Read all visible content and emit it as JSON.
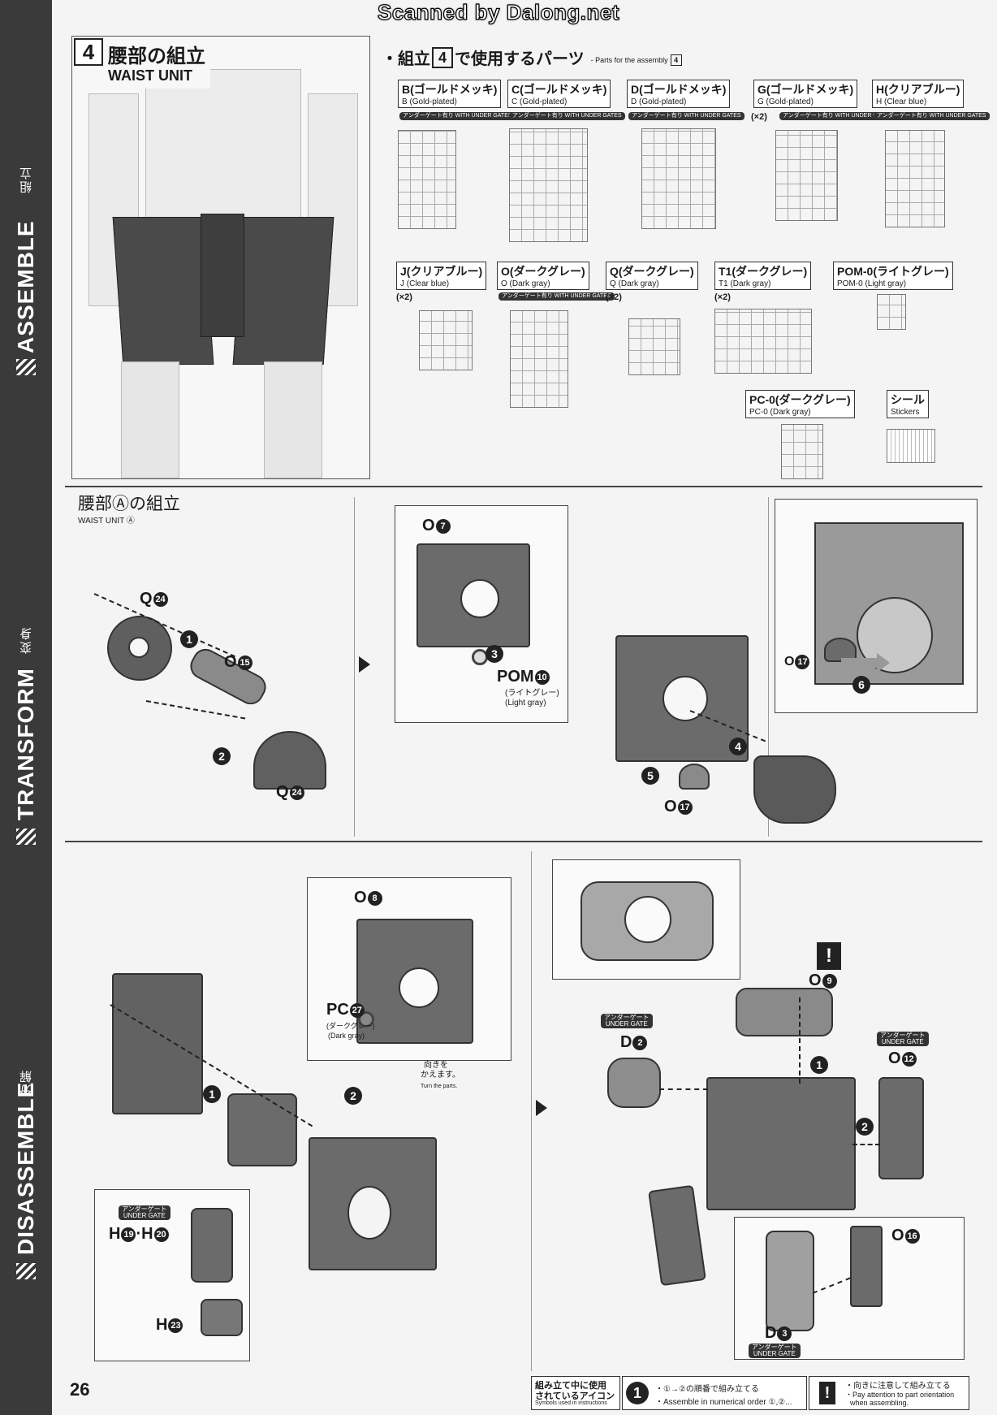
{
  "watermark": "Scanned by Dalong.net",
  "sidebar": {
    "assemble": "ASSEMBLE",
    "assemble_jp": "組立",
    "transform": "TRANSFORM",
    "transform_jp": "変身",
    "disassemble": "DISASSEMBLE",
    "disassemble_jp": "分解"
  },
  "page_number": "26",
  "step": {
    "number": "4",
    "title_jp": "腰部の組立",
    "title_en": "WAIST UNIT"
  },
  "parts_header": {
    "prefix": "・組立",
    "step_num": "4",
    "suffix": "で使用するパーツ",
    "en": "- Parts for the assembly",
    "en_num": "4"
  },
  "runners": [
    {
      "jp": "B(ゴールドメッキ)",
      "en": "B (Gold-plated)",
      "qty": "",
      "badge": "アンダーゲート有り WITH UNDER GATES"
    },
    {
      "jp": "C(ゴールドメッキ)",
      "en": "C (Gold-plated)",
      "qty": "",
      "badge": "アンダーゲート有り WITH UNDER GATES"
    },
    {
      "jp": "D(ゴールドメッキ)",
      "en": "D (Gold-plated)",
      "qty": "",
      "badge": "アンダーゲート有り WITH UNDER GATES"
    },
    {
      "jp": "G(ゴールドメッキ)",
      "en": "G (Gold-plated)",
      "qty": "(×2)",
      "badge": "アンダーゲート有り WITH UNDER GATES"
    },
    {
      "jp": "H(クリアブルー)",
      "en": "H (Clear blue)",
      "qty": "",
      "badge": "アンダーゲート有り WITH UNDER GATES"
    },
    {
      "jp": "J(クリアブルー)",
      "en": "J (Clear blue)",
      "qty": "(×2)",
      "badge": ""
    },
    {
      "jp": "O(ダークグレー)",
      "en": "O (Dark gray)",
      "qty": "",
      "badge": "アンダーゲート有り WITH UNDER GATES"
    },
    {
      "jp": "Q(ダークグレー)",
      "en": "Q (Dark gray)",
      "qty": "(×2)",
      "badge": ""
    },
    {
      "jp": "T1(ダークグレー)",
      "en": "T1 (Dark gray)",
      "qty": "(×2)",
      "badge": ""
    },
    {
      "jp": "POM-0(ライトグレー)",
      "en": "POM-0 (Light gray)",
      "qty": "",
      "badge": ""
    },
    {
      "jp": "PC-0(ダークグレー)",
      "en": "PC-0 (Dark gray)",
      "qty": "",
      "badge": ""
    },
    {
      "jp": "シール",
      "en": "Stickers",
      "qty": "",
      "badge": ""
    }
  ],
  "section_a": {
    "title_jp": "腰部Ⓐの組立",
    "title_en": "WAIST UNIT Ⓐ"
  },
  "labels": {
    "q24_top": "Q",
    "q24_top_num": "24",
    "o15": "O",
    "o15_num": "15",
    "q24_bottom": "Q",
    "q24_bottom_num": "24",
    "o7": "O",
    "o7_num": "7",
    "pom10": "POM",
    "pom10_num": "10",
    "pom10_jp": "(ライトグレー)",
    "pom10_en": "(Light gray)",
    "o17_a": "O",
    "o17_a_num": "17",
    "o17_b": "O",
    "o17_b_num": "17",
    "o8": "O",
    "o8_num": "8",
    "pc27": "PC",
    "pc27_num": "27",
    "pc27_jp": "(ダークグレー)",
    "pc27_en": "(Dark gray)",
    "turn_jp1": "向きを",
    "turn_jp2": "かえます。",
    "turn_en": "Turn the parts.",
    "h19_h20": "H",
    "h19_num": "19",
    "h20_sep": "·H",
    "h20_num": "20",
    "h23": "H",
    "h23_num": "23",
    "o9": "O",
    "o9_num": "9",
    "d2": "D",
    "d2_num": "2",
    "o12": "O",
    "o12_num": "12",
    "o16": "O",
    "o16_num": "16",
    "d3": "D",
    "d3_num": "3",
    "under_gate_jp": "アンダーゲート",
    "under_gate_en": "UNDER GATE"
  },
  "steps": [
    "1",
    "2",
    "3",
    "4",
    "5",
    "6"
  ],
  "legend": {
    "title_jp1": "組み立て中に使用",
    "title_jp2": "されているアイコン",
    "title_en": "Symbols used in instructions",
    "order_jp": "・①→②の順番で組み立てる",
    "order_en": "・Assemble in numerical order ①,②...",
    "attention_jp": "・向きに注意して組み立てる",
    "attention_en1": "・Pay attention to part orientation",
    "attention_en2": "when assembling.",
    "order_icon": "1",
    "attention_icon": "!"
  }
}
